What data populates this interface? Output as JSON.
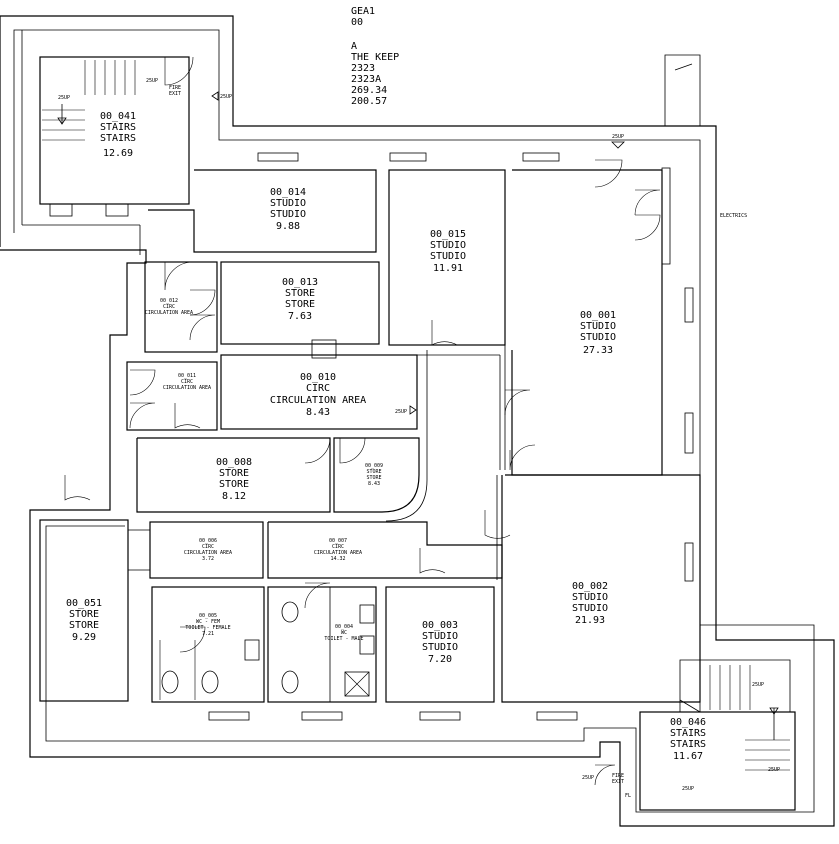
{
  "header": [
    "GEA1",
    "00",
    "",
    "A",
    "THE KEEP",
    "2323",
    "2323A",
    "269.34",
    "200.57"
  ],
  "rooms": {
    "r041": [
      "00_041",
      "STAIRS",
      "STAIRS",
      "12.69"
    ],
    "r014": [
      "00_014",
      "STUDIO",
      "STUDIO",
      "9.88"
    ],
    "r015": [
      "00_015",
      "STUDIO",
      "STUDIO",
      "11.91"
    ],
    "r001": [
      "00_001",
      "STUDIO",
      "STUDIO",
      "27.33"
    ],
    "r013": [
      "00_013",
      "STORE",
      "STORE",
      "7.63"
    ],
    "r010": [
      "00_010",
      "CIRC",
      "CIRCULATION AREA",
      "8.43"
    ],
    "r008": [
      "00_008",
      "STORE",
      "STORE",
      "8.12"
    ],
    "r009": [
      "00_009",
      "STORE",
      "STORE",
      "8.43"
    ],
    "r006": [
      "00_006",
      "CIRC",
      "CIRCULATION AREA",
      "3.72"
    ],
    "r007": [
      "00_007",
      "CIRC",
      "CIRCULATION AREA",
      "14.32"
    ],
    "r051": [
      "00_051",
      "STORE",
      "STORE",
      "9.29"
    ],
    "r005": [
      "00_005",
      "WC - FEM",
      "TOILET - FEMALE",
      "7.21"
    ],
    "r003": [
      "00_003",
      "STUDIO",
      "STUDIO",
      "7.20"
    ],
    "r002": [
      "00_002",
      "STUDIO",
      "STUDIO",
      "21.93"
    ],
    "r046": [
      "00_046",
      "STAIRS",
      "STAIRS",
      "11.67"
    ],
    "r012": [
      "00_012",
      "CIRC",
      "CIRCULATION AREA"
    ],
    "r011": [
      "00_011",
      "CIRC",
      "CIRCULATION AREA"
    ],
    "r004": [
      "00_004",
      "WC",
      "TOILET - MALE"
    ]
  },
  "tags": {
    "up": "25UP",
    "fire_exit": [
      "25UP",
      "FIRE",
      "EXIT"
    ],
    "electrics": "ELECTRICS",
    "fl": "FL"
  },
  "style": {
    "line_color": "#000000",
    "background": "#ffffff"
  }
}
